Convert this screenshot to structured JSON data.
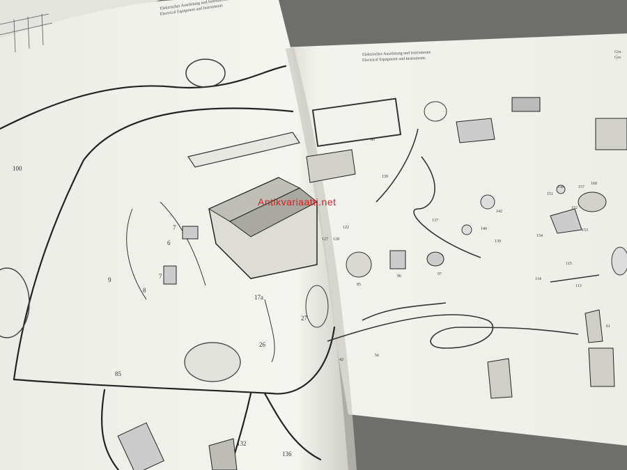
{
  "watermark": {
    "text": "Antikvariaatti.net",
    "color": "#d42020"
  },
  "left_page": {
    "header_line1": "Elektrischer Ausrüstung und Instrumente",
    "header_line2": "Electrical Equipment and Instruments",
    "callouts": [
      "100",
      "7",
      "6",
      "9",
      "8",
      "7",
      "17a",
      "26",
      "27",
      "85",
      "132",
      "136"
    ]
  },
  "right_page": {
    "header_line1": "Elektrischer Ausrüstung und Instrumente",
    "header_line2": "Electrical Equipment and Instruments",
    "corner_line1": "Gru",
    "corner_line2": "Gro",
    "callouts": [
      "127",
      "128",
      "122",
      "130",
      "80",
      "85",
      "96",
      "97",
      "137",
      "142",
      "140",
      "139",
      "154",
      "153",
      "151",
      "152",
      "160",
      "158",
      "157",
      "115",
      "114",
      "113",
      "61",
      "56",
      "42"
    ]
  },
  "colors": {
    "paper": "#f4f4ef",
    "paper_shadow": "#d9d9d2",
    "ink": "#2b2b2b",
    "table": "#6e6e6b"
  }
}
